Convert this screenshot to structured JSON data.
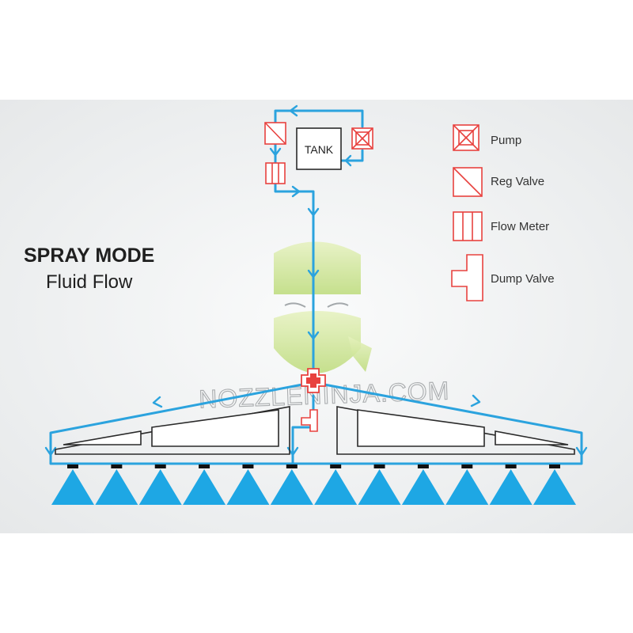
{
  "title": {
    "main": "SPRAY MODE",
    "sub": "Fluid Flow"
  },
  "tank": {
    "label": "TANK"
  },
  "legend": [
    {
      "symbol": "pump",
      "label": "Pump"
    },
    {
      "symbol": "reg-valve",
      "label": "Reg Valve"
    },
    {
      "symbol": "flow-meter",
      "label": "Flow Meter"
    },
    {
      "symbol": "dump-valve",
      "label": "Dump Valve"
    }
  ],
  "watermark": {
    "text": "NOZZLENINJA.COM"
  },
  "nozzle_count": 12,
  "colors": {
    "flow_line": "#2ba3de",
    "component": "#e8423f",
    "spray": "#1ea7e4",
    "boom_outline": "#2a2a2a",
    "text": "#1f1f1f",
    "watermark_green": "#c6e28a"
  }
}
